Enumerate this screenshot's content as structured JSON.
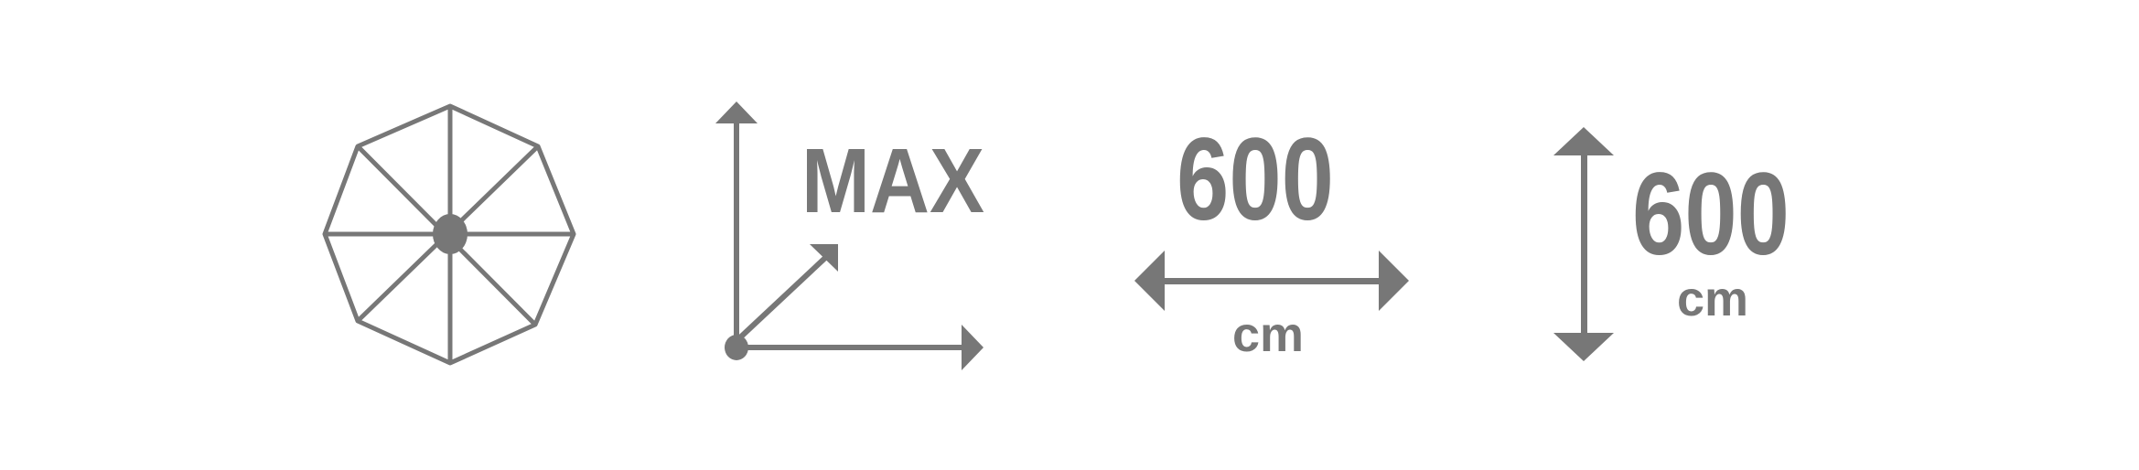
{
  "colors": {
    "icon": "#777777",
    "background": "#ffffff"
  },
  "icons": [
    {
      "name": "octagonal-canopy-icon"
    },
    {
      "name": "max-dimensions-icon",
      "label": "MAX"
    },
    {
      "name": "width-icon",
      "value": "600",
      "unit": "cm"
    },
    {
      "name": "height-icon",
      "value": "600",
      "unit": "cm"
    }
  ]
}
